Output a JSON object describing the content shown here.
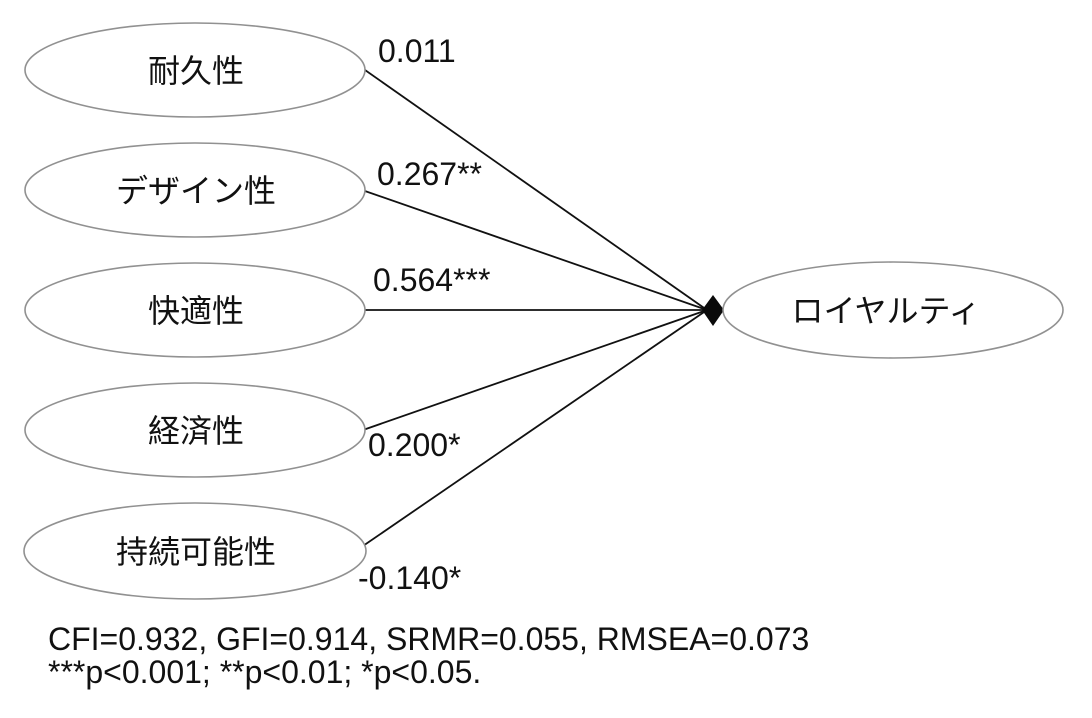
{
  "diagram": {
    "type": "sem-path-diagram",
    "predictors": [
      {
        "label": "耐久性",
        "coefficient": "0.011"
      },
      {
        "label": "デザイン性",
        "coefficient": "0.267**"
      },
      {
        "label": "快適性",
        "coefficient": "0.564***"
      },
      {
        "label": "経済性",
        "coefficient": "0.200*"
      },
      {
        "label": "持続可能性",
        "coefficient": "-0.140*"
      }
    ],
    "outcome_label": "ロイヤルティ",
    "fit_statistics": "CFI=0.932, GFI=0.914, SRMR=0.055, RMSEA=0.073",
    "significance_note": "***p<0.001; **p<0.01; *p<0.05.",
    "colors": {
      "background": "#ffffff",
      "ellipse_stroke": "#919191",
      "line": "#111111",
      "text": "#111111",
      "arrowhead": "#0a0a0a"
    }
  }
}
